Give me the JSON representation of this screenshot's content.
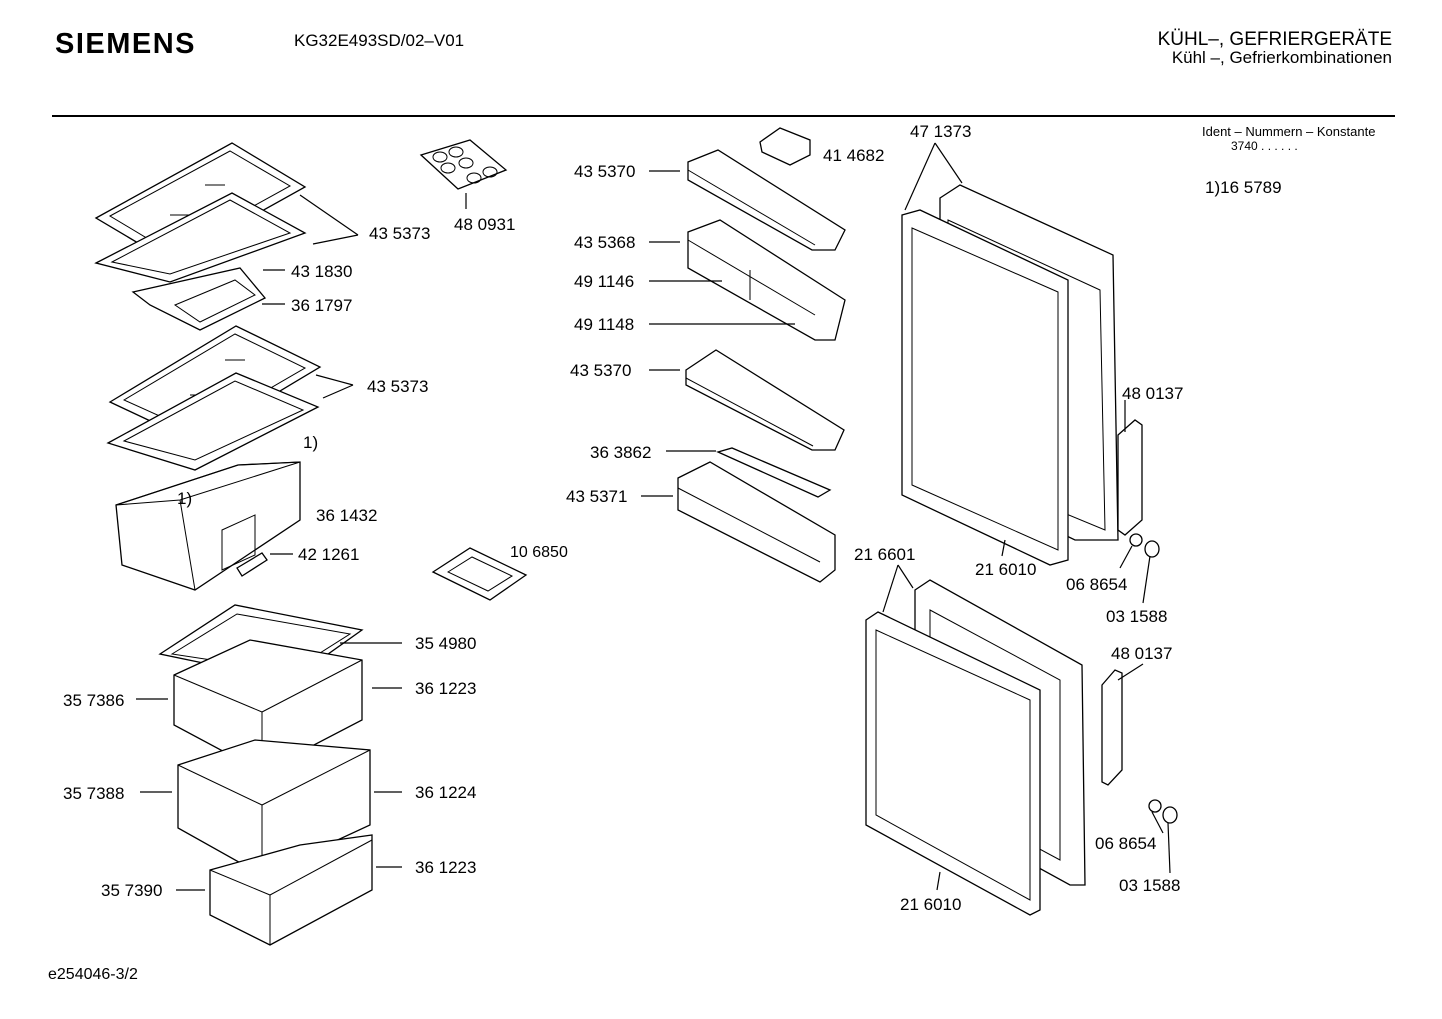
{
  "header": {
    "brand": "SIEMENS",
    "model": "KG32E493SD/02–V01",
    "category_line1": "KÜHL–, GEFRIERGERÄTE",
    "category_line2": "Kühl –, Gefrierkombinationen"
  },
  "ident": {
    "title": "Ident – Nummern – Konstante",
    "value": "3740  .  .     .  .  .  ."
  },
  "note": "1)16 5789",
  "footer": "e254046-3/2",
  "labels": {
    "l435373a": "43 5373",
    "l480931": "48 0931",
    "l431830": "43 1830",
    "l361797": "36 1797",
    "l435373b": "43 5373",
    "l1a": "1)",
    "l1b": "1)",
    "l361432": "36 1432",
    "l421261": "42 1261",
    "l106850": "10 6850",
    "l354980": "35 4980",
    "l357386": "35 7386",
    "l361223a": "36 1223",
    "l357388": "35 7388",
    "l361224": "36 1224",
    "l357390": "35 7390",
    "l361223b": "36 1223",
    "l435370a": "43 5370",
    "l414682": "41 4682",
    "l435368": "43 5368",
    "l491146": "49 1146",
    "l491148": "49 1148",
    "l435370b": "43 5370",
    "l363862": "36 3862",
    "l435371": "43 5371",
    "l471373": "47 1373",
    "l480137a": "48 0137",
    "l216010a": "21 6010",
    "l068654a": "06 8654",
    "l031588a": "03 1588",
    "l216601": "21 6601",
    "l480137b": "48 0137",
    "l068654b": "06 8654",
    "l031588b": "03 1588",
    "l216010b": "21 6010"
  }
}
